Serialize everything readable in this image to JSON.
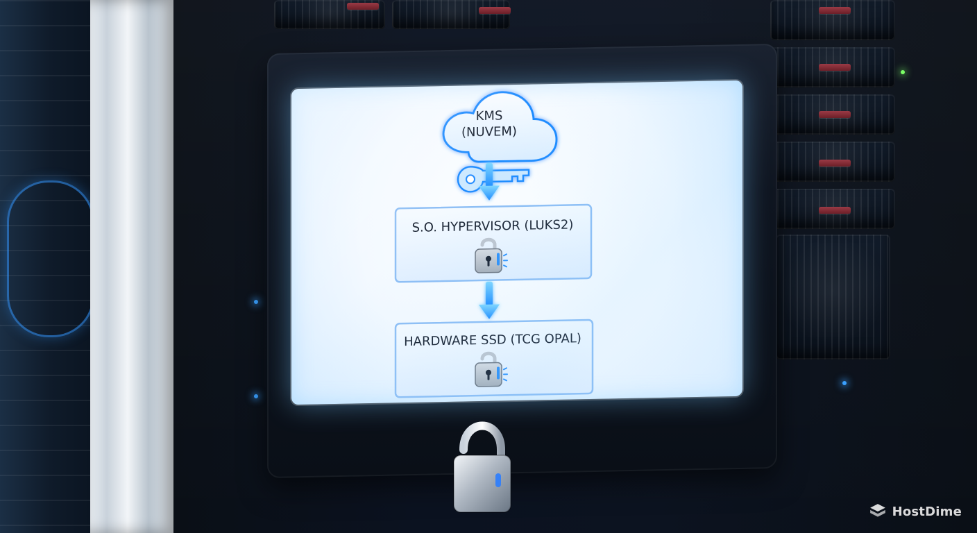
{
  "diagram": {
    "nodes": [
      {
        "id": "kms",
        "label_lines": [
          "KMS",
          "(NUVEM)"
        ]
      },
      {
        "id": "hypervisor",
        "label": "S.O. HYPERVISOR (LUKS2)"
      },
      {
        "id": "ssd",
        "label": "HARDWARE SSD (TCG OPAL)"
      }
    ],
    "colors": {
      "accent": "#1e8cff",
      "box_fill": "#eaf3ff",
      "box_stroke": "#8fbff5",
      "text": "#1b2433"
    },
    "icons": {
      "key": "key-icon",
      "lock": "padlock-icon",
      "cloud": "cloud-icon",
      "arrow": "down-arrow-icon"
    }
  },
  "watermark": {
    "text": "HostDime"
  }
}
